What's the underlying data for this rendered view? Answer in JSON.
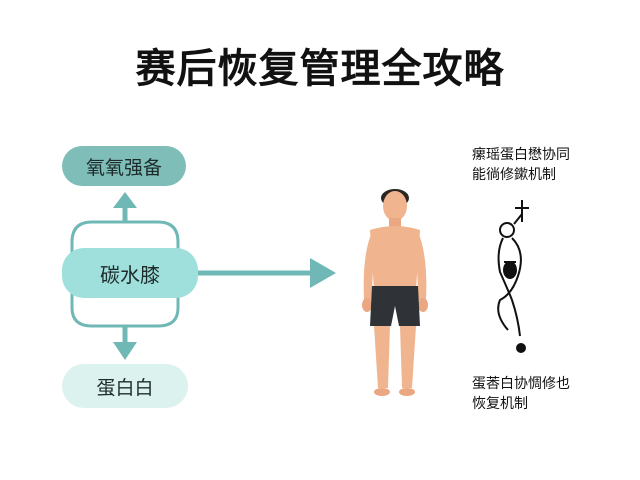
{
  "title": "赛后恢复管理全攻略",
  "nodes": {
    "top": "氧氧强备",
    "middle": "碳水膝",
    "bottom": "蛋白白"
  },
  "notes": {
    "top_line1": "瘰瑶蛋白懋协同",
    "top_line2": "能徜修鏉机制",
    "bottom_line1": "蛋莕白协惆修也",
    "bottom_line2": "恢复机制"
  },
  "colors": {
    "accent": "#6fb8b6",
    "node_top": "#7fbdb8",
    "node_mid": "#9fe0dc",
    "node_bot": "#dcf2ef"
  }
}
